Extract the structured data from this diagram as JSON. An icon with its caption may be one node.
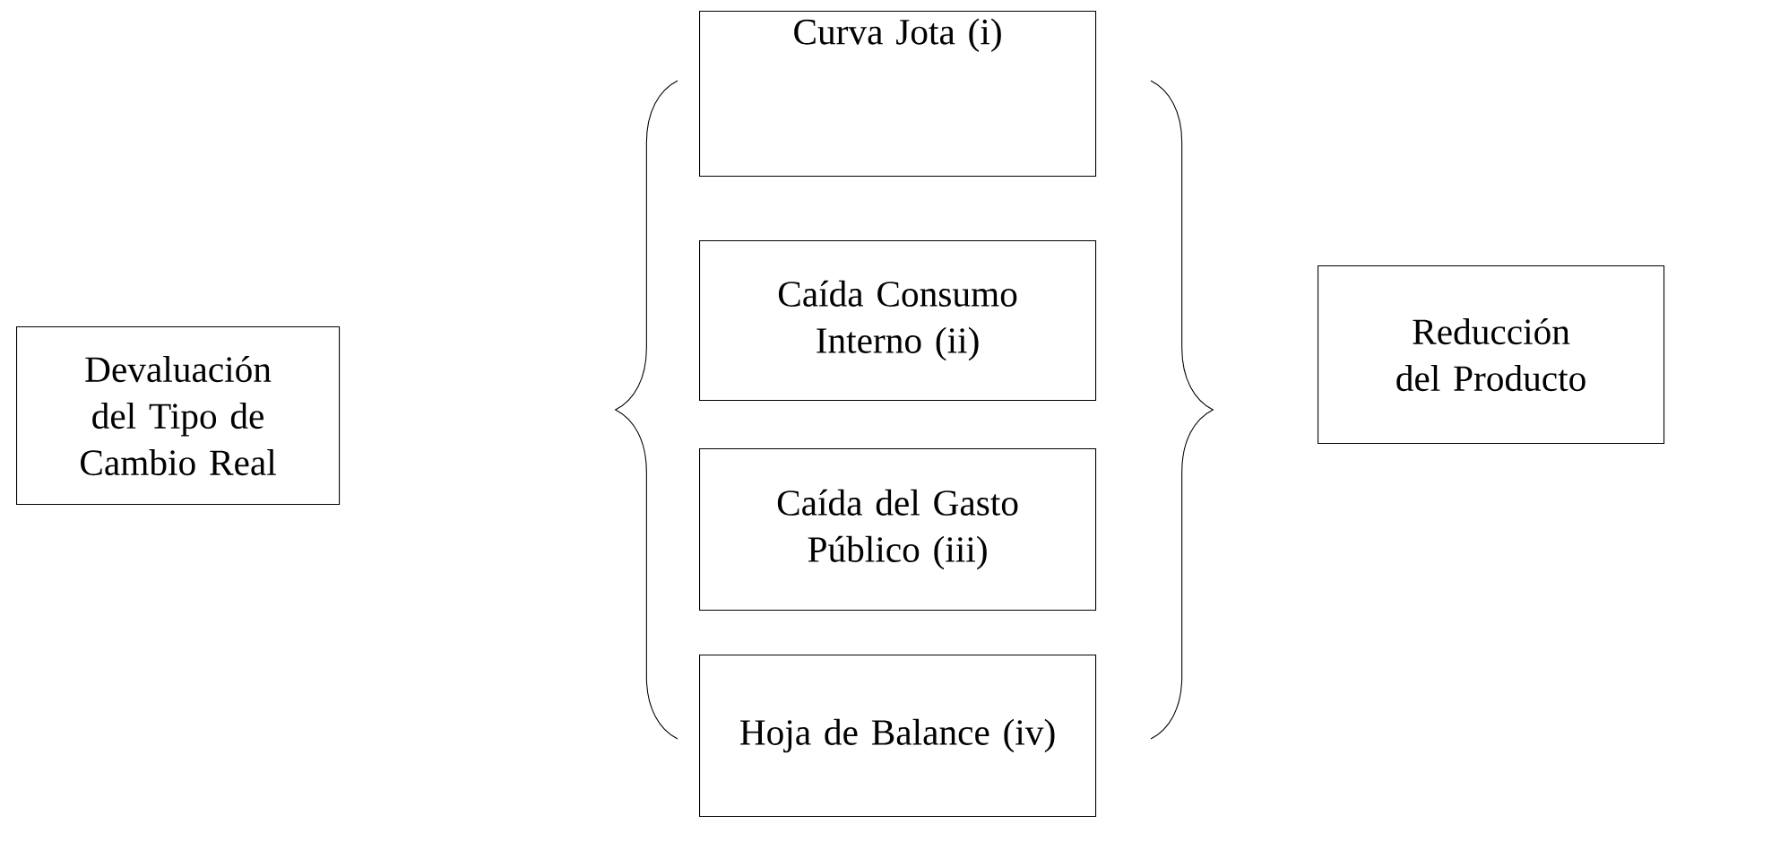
{
  "diagram": {
    "nodes": [
      {
        "text": [
          "Devaluación del Tipo de Cambio Real"
        ]
      },
      {
        "text": [
          "Curva Jota (i)"
        ]
      },
      {
        "text": [
          "Caída Consumo Interno (ii)"
        ]
      },
      {
        "text": [
          "Caída del Gasto Público (iii)"
        ]
      },
      {
        "text": [
          "Hoja de Balance (iv)"
        ]
      },
      {
        "text": [
          "Reducción del Producto"
        ]
      }
    ]
  }
}
